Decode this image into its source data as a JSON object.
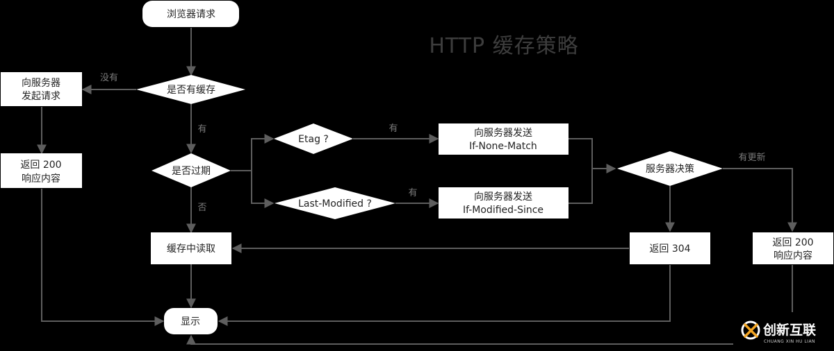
{
  "title": "HTTP 缓存策略",
  "nodes": {
    "browser_request": "浏览器请求",
    "has_cache": "是否有缓存",
    "server_request": [
      "向服务器",
      "发起请求"
    ],
    "return_200_left": [
      "返回 200",
      "响应内容"
    ],
    "is_expired": "是否过期",
    "etag": "Etag ?",
    "last_modified": "Last-Modified ?",
    "send_if_none_match": [
      "向服务器发送",
      "If-None-Match"
    ],
    "send_if_modified_since": [
      "向服务器发送",
      "If-Modified-Since"
    ],
    "server_decide": "服务器决策",
    "read_cache": "缓存中读取",
    "return_304": "返回 304",
    "return_200_right": [
      "返回 200",
      "响应内容"
    ],
    "display": "显示"
  },
  "edge_labels": {
    "no_cache": "没有",
    "has_cache_yes": "有",
    "not_expired": "否",
    "etag_yes": "有",
    "last_modified_yes": "有",
    "has_update": "有更新"
  },
  "logo": {
    "name": "创新互联",
    "subtitle": "CHUANG XIN HU LIAN",
    "icon": "x-swoosh-icon"
  },
  "colors": {
    "background": "#000000",
    "node_fill": "#ffffff",
    "line": "#5e5e5e",
    "label": "#7a7a7a",
    "title": "#3d3d3d"
  }
}
